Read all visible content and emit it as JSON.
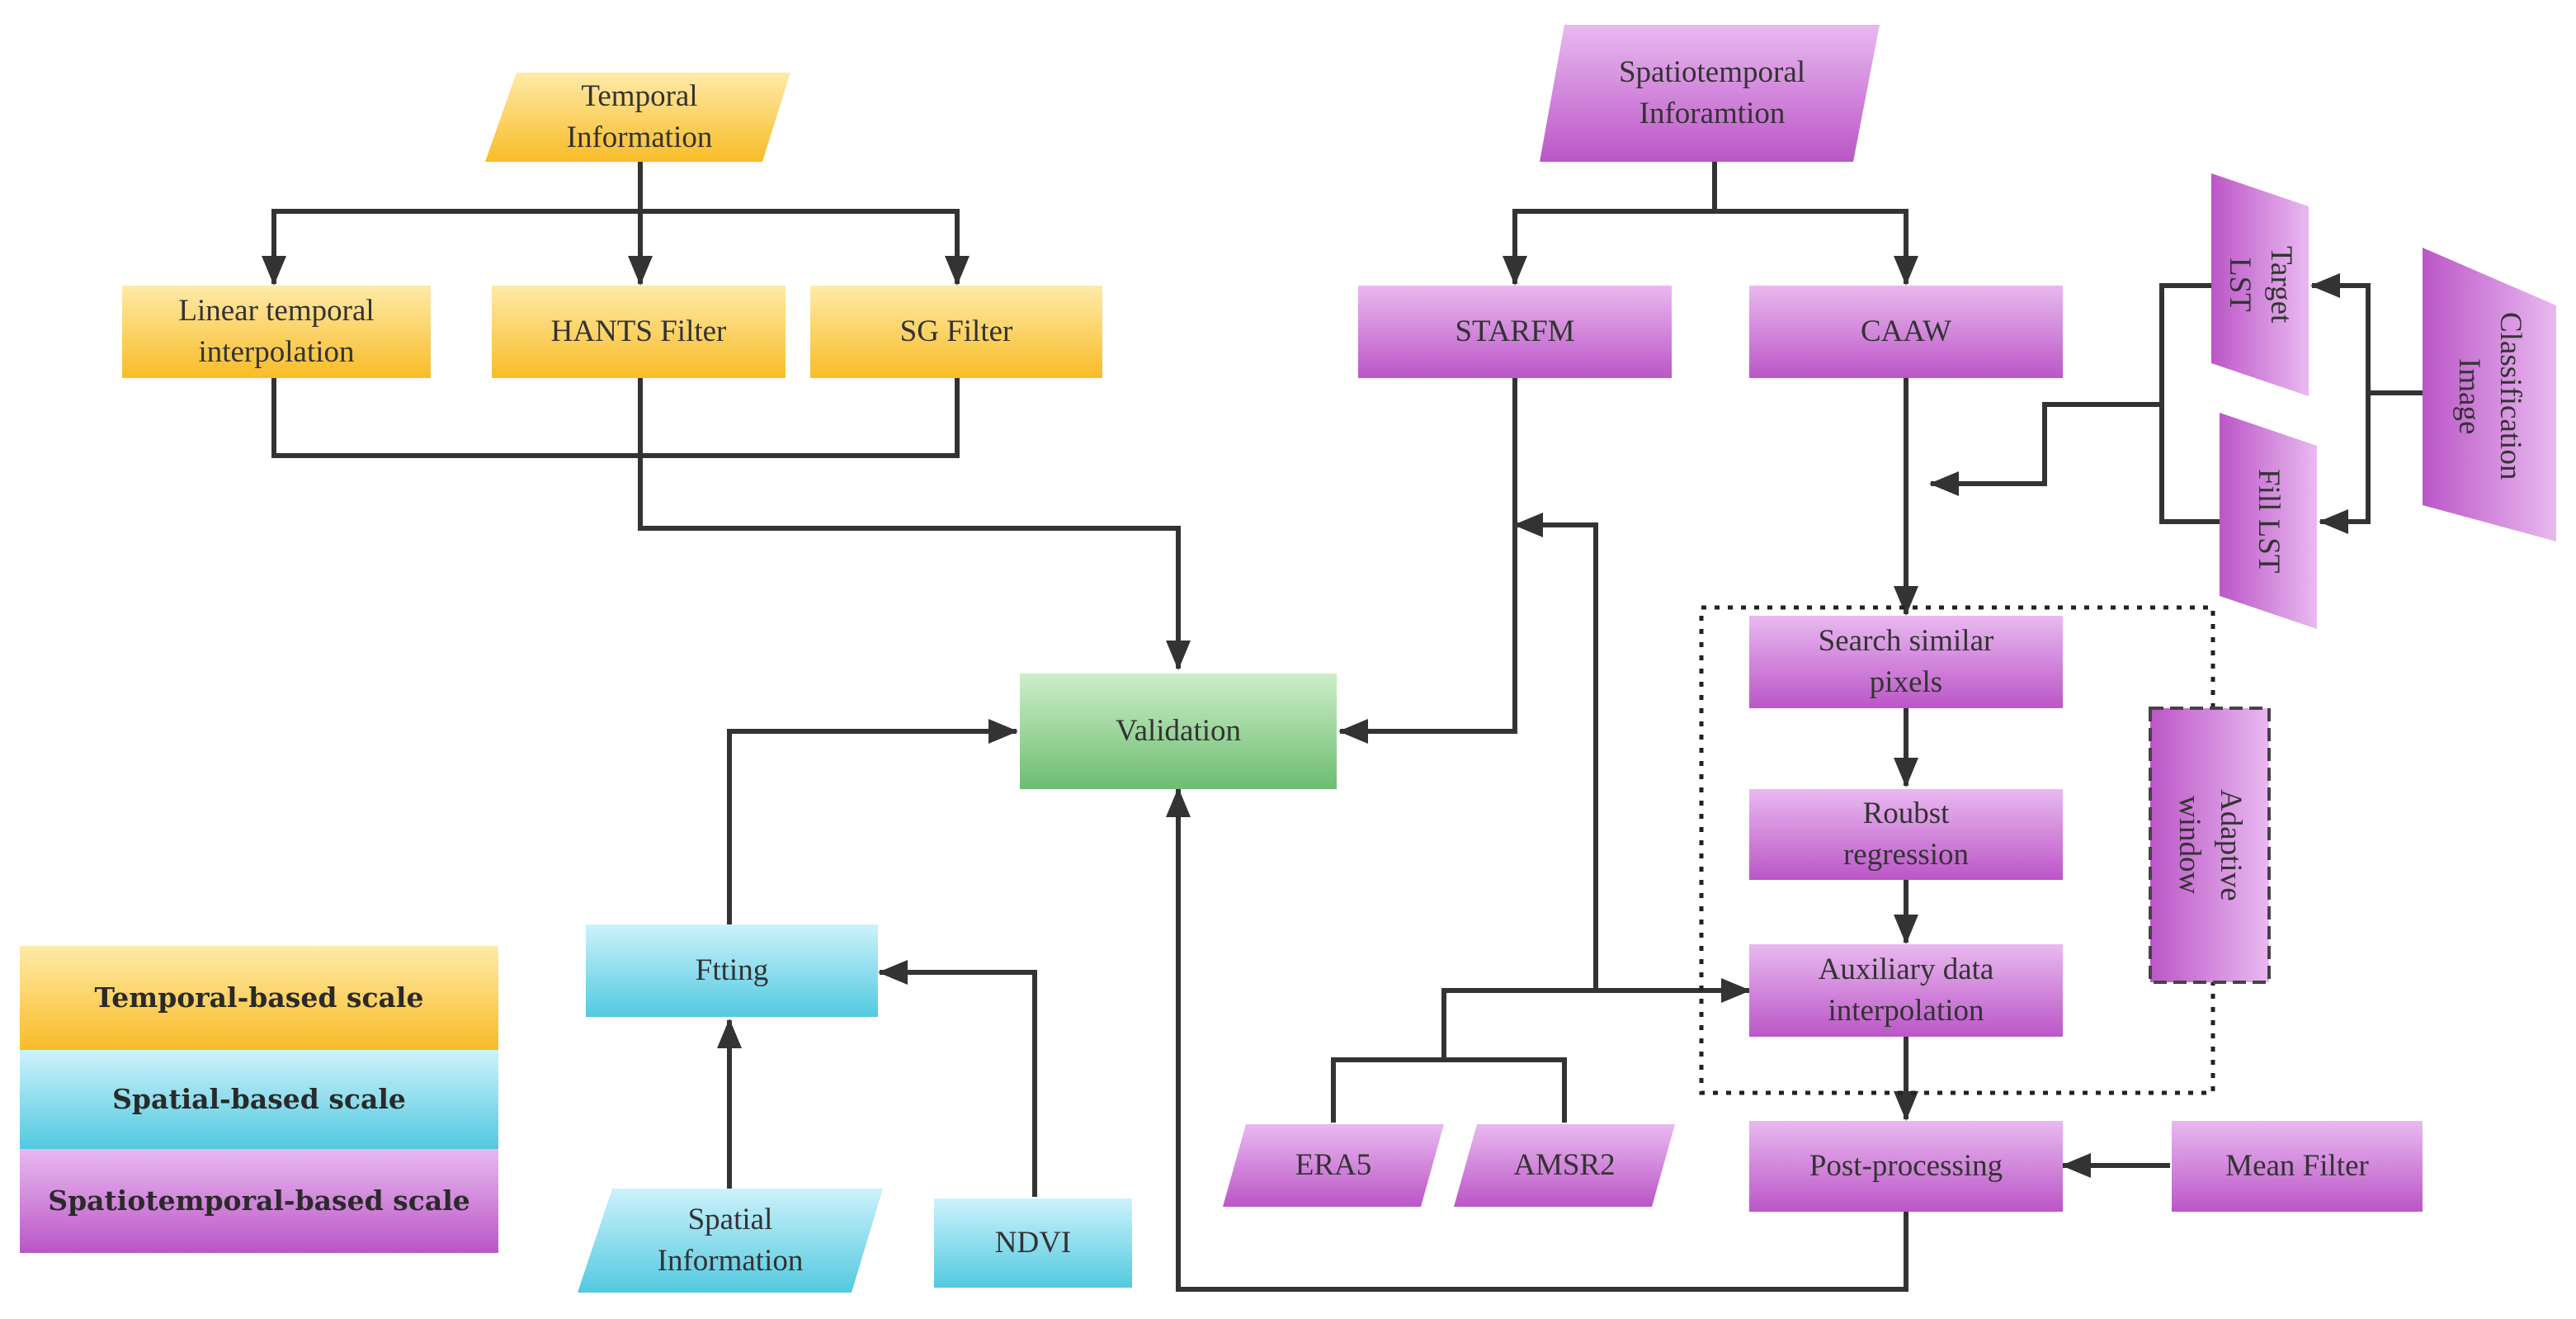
{
  "colors": {
    "temporal_top": "#ffe9a3",
    "temporal_bottom": "#f8bd2a",
    "spatial_top": "#c8f1fb",
    "spatial_bottom": "#55cbe2",
    "spatio_top": "#e7b4ee",
    "spatio_bottom": "#bd59c9",
    "validation_top": "#c9ecc6",
    "validation_bottom": "#6fbf73",
    "arrow": "#333333"
  },
  "nodes": {
    "temporal_info": "Temporal\nInformation",
    "linear_temporal": "Linear temporal\ninterpolation",
    "hants_filter": "HANTS Filter",
    "sg_filter": "SG Filter",
    "spatiotemporal_info": "Spatiotemporal\nInforamtion",
    "starfm": "STARFM",
    "caaw": "CAAW",
    "target_lst": "Target\nLST",
    "fill_lst": "Fill LST",
    "classification_image": "Classification\nImage",
    "validation": "Validation",
    "search_similar": "Search similar\npixels",
    "robust_regression": "Roubst\nregression",
    "auxiliary_interp": "Auxiliary data\ninterpolation",
    "adaptive_window": "Adaptive\nwindow",
    "post_processing": "Post-processing",
    "mean_filter": "Mean Filter",
    "era5": "ERA5",
    "amsr2": "AMSR2",
    "fitting": "Ftting",
    "spatial_info": "Spatial\nInformation",
    "ndvi": "NDVI"
  },
  "legend": {
    "temporal": "Temporal-based scale",
    "spatial": "Spatial-based scale",
    "spatiotemporal": "Spatiotemporal-based scale"
  }
}
